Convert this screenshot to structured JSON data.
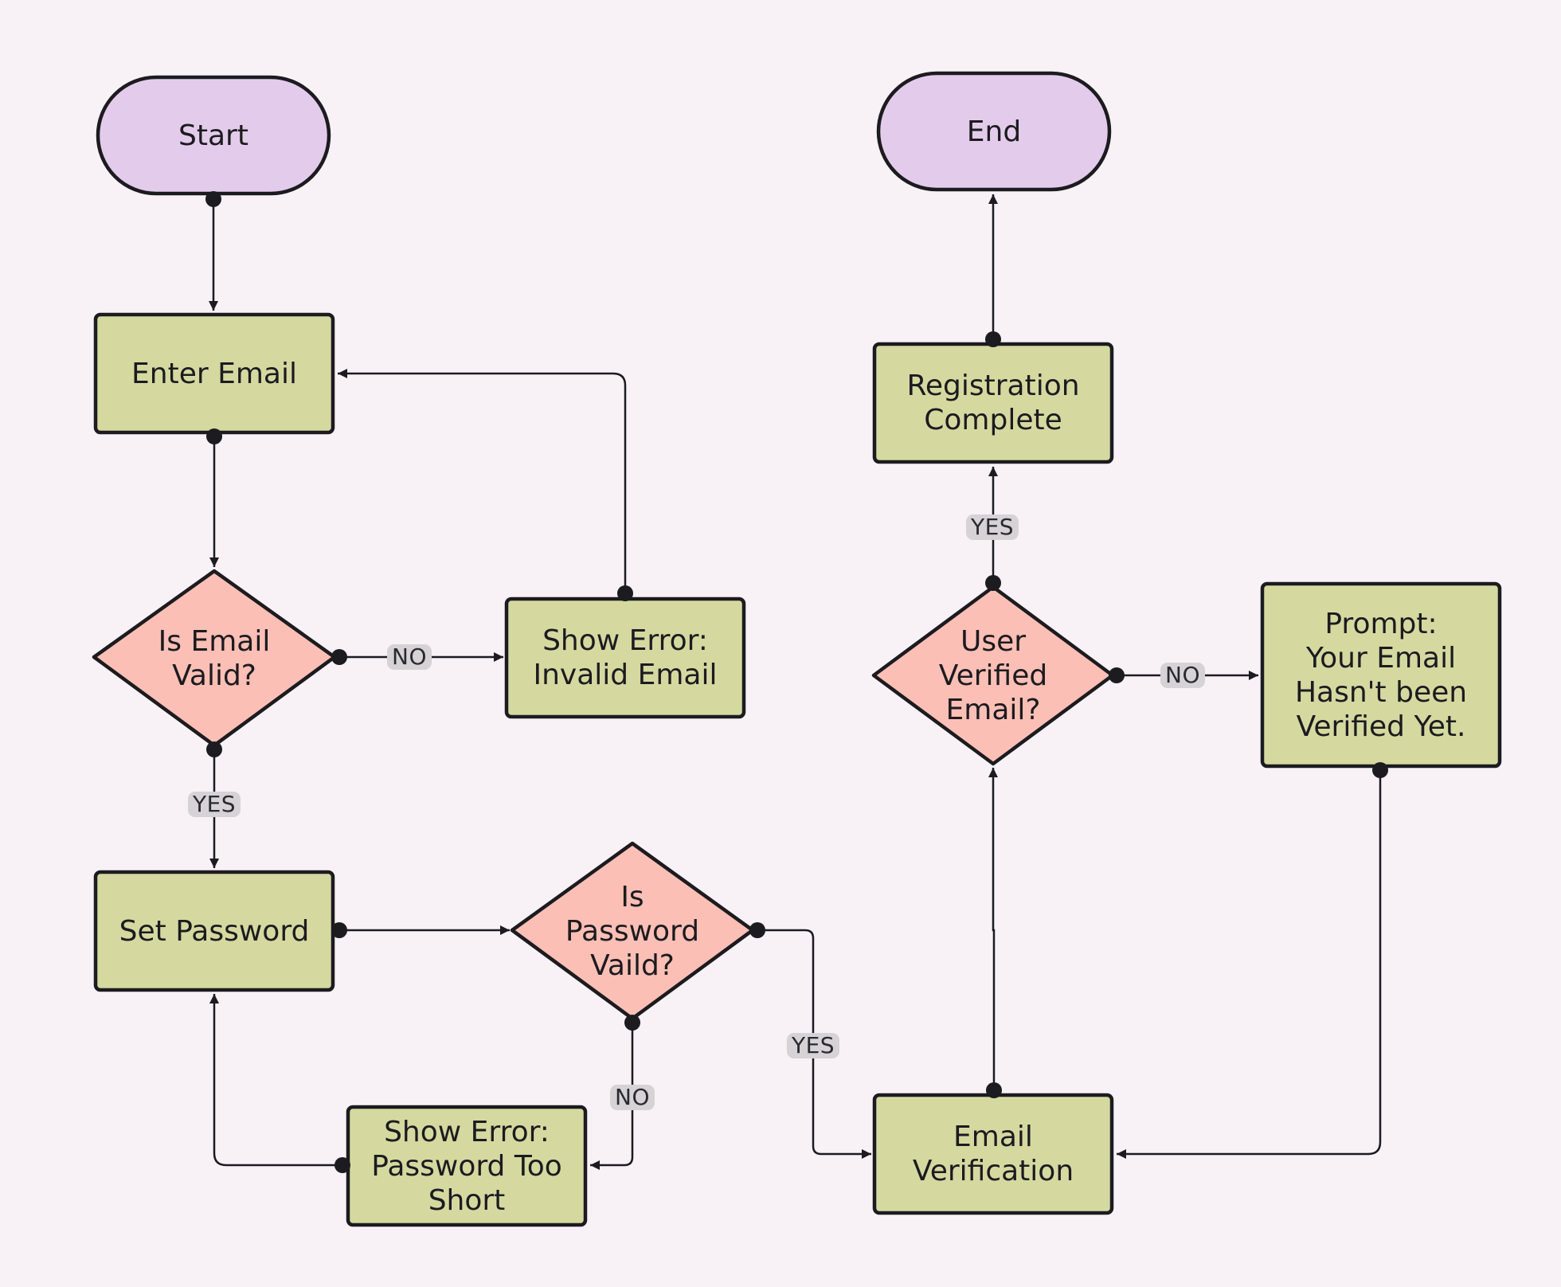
{
  "nodes": {
    "start": "Start",
    "end": "End",
    "enter_email": "Enter Email",
    "is_email_valid": "Is Email\nValid?",
    "show_error_email": "Show Error:\nInvalid Email",
    "set_password": "Set Password",
    "is_password_valid": "Is\nPassword\nVaild?",
    "show_error_password": "Show Error:\nPassword Too\nShort",
    "email_verification": "Email\nVerification",
    "user_verified": "User\nVerified\nEmail?",
    "prompt_not_verified": "Prompt:\nYour Email\nHasn't been\nVerified Yet.",
    "registration_complete": "Registration\nComplete"
  },
  "edge_labels": {
    "email_no": "NO",
    "email_yes": "YES",
    "password_yes": "YES",
    "password_no": "NO",
    "verified_yes": "YES",
    "verified_no": "NO"
  },
  "colors": {
    "background": "#f8f1f5",
    "terminal": "#e3cceb",
    "process": "#d5d9a0",
    "decision": "#fcbfb5",
    "stroke": "#1c1b1f"
  }
}
